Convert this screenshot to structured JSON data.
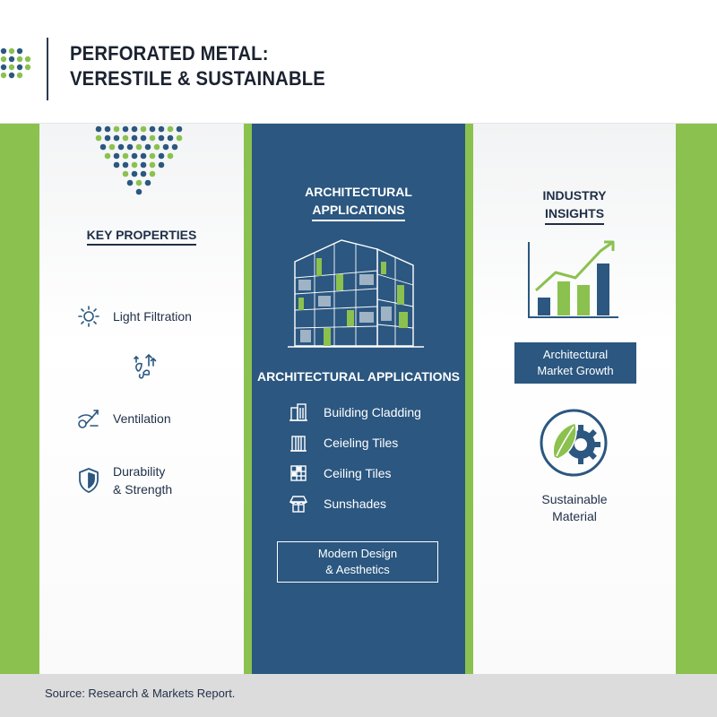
{
  "header": {
    "title_line1": "PERFORATED METAL:",
    "title_line2": "VERESTILE & SUSTAINABLE"
  },
  "key_properties": {
    "heading": "KEY PROPERTIES",
    "items": [
      {
        "label": "Light Filtration",
        "icon": "sun-icon"
      },
      {
        "label": "Ventilation",
        "icon": "airflow-icon"
      },
      {
        "label_line1": "Durability",
        "label_line2": "& Strength",
        "icon": "shield-icon"
      }
    ],
    "extra_icon": "fan-airflow-icon"
  },
  "applications": {
    "heading_line1": "ARCHITECTURAL",
    "heading_line2": "APPLICATIONS",
    "subheading": "ARCHITECTURAL APPLICATIONS",
    "items": [
      {
        "label": "Building Cladding",
        "icon": "building-icon"
      },
      {
        "label": "Ceieling Tiles",
        "icon": "building-columns-icon"
      },
      {
        "label": "Ceiling Tiles",
        "icon": "grid-tiles-icon"
      },
      {
        "label": "Sunshades",
        "icon": "awning-icon"
      }
    ],
    "button_line1": "Modern Design",
    "button_line2": "& Aesthetics"
  },
  "insights": {
    "heading_line1": "INDUSTRY",
    "heading_line2": "INSIGHTS",
    "market_line1": "Architectural",
    "market_line2": "Market Growth",
    "sustainable_line1": "Sustainable",
    "sustainable_line2": "Material"
  },
  "footer": {
    "source": "Source: Research & Markets Report."
  },
  "colors": {
    "green": "#8bc14f",
    "navy": "#2b5780",
    "dark_text": "#1f2f47"
  }
}
